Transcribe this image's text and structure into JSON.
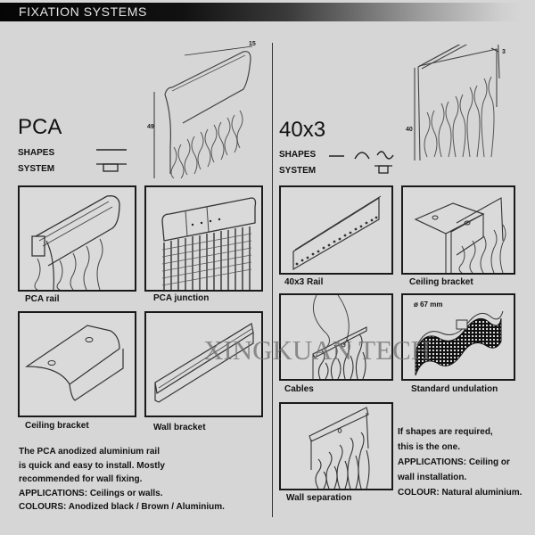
{
  "header": {
    "title": "FIXATION SYSTEMS"
  },
  "left": {
    "title": "PCA",
    "shapes_label": "SHAPES",
    "system_label": "SYSTEM",
    "dimension_height": "49",
    "dimension_width": "15",
    "items": [
      {
        "caption": "PCA rail"
      },
      {
        "caption": "PCA junction"
      },
      {
        "caption": "Ceiling bracket"
      },
      {
        "caption": "Wall bracket"
      }
    ],
    "description": [
      "The PCA anodized aluminium rail",
      "is quick and easy to install. Mostly",
      "recommended for wall fixing.",
      "APPLICATIONS: Ceilings or walls.",
      "COLOURS: Anodized black / Brown / Aluminium."
    ]
  },
  "right": {
    "title": "40x3",
    "shapes_label": "SHAPES",
    "system_label": "SYSTEM",
    "dimension_height": "40",
    "dimension_width": "3",
    "items": [
      {
        "caption": "40x3 Rail"
      },
      {
        "caption": "Ceiling bracket"
      },
      {
        "caption": "Cables"
      },
      {
        "caption": "Standard undulation",
        "annotation": "ø 67 mm"
      },
      {
        "caption": "Wall separation"
      }
    ],
    "description": [
      "If shapes are required,",
      "this is the one.",
      "APPLICATIONS: Ceiling or",
      "wall installation.",
      "COLOUR: Natural aluminium."
    ]
  },
  "watermark": "XINGKUAN TECH",
  "colors": {
    "background": "#d6d6d6",
    "header_bar": "#050505",
    "header_text": "#e6e6e6",
    "line": "#1a1a1a"
  }
}
